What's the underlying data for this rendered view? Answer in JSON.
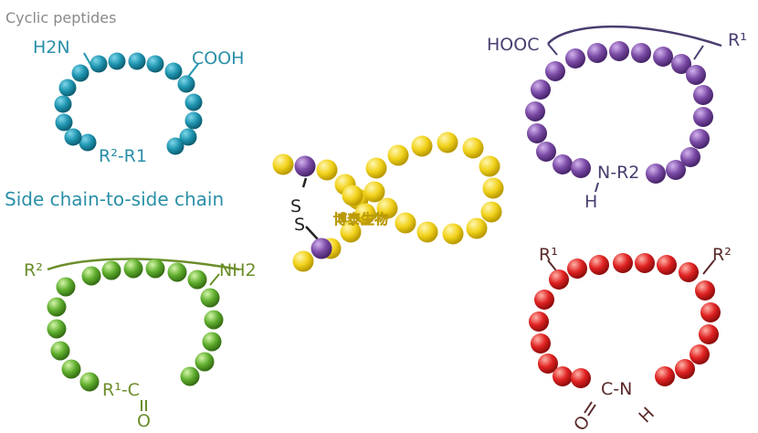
{
  "title": "Cyclic peptides",
  "colors": {
    "blue": "#1f95b0",
    "purple": "#7b4ba6",
    "green": "#5fae2e",
    "red": "#e02222",
    "yellow": "#f2d31c",
    "blue_text": "#2a8fa8",
    "purple_text": "#4a3d70",
    "green_text": "#6b8e2a",
    "red_text": "#5a2a2a",
    "title_text": "#8a8a8a"
  },
  "ring_blue": {
    "n_term": "H2N",
    "c_term": "COOH",
    "bottom": "R²-R1"
  },
  "ring_purple": {
    "left": "HOOC",
    "right": "R¹",
    "bottom": "N-R2",
    "h": "H"
  },
  "side_chain_title": "Side chain-to-side chain",
  "ring_green": {
    "left": "R²",
    "right": "NH2",
    "bottom": "R¹-C",
    "o": "O"
  },
  "ring_red": {
    "left": "R¹",
    "right": "R²",
    "bottom": "C-N",
    "o": "O",
    "h": "H"
  },
  "disulfide": {
    "s1": "S",
    "s2": "S"
  },
  "watermark": "博泰生物"
}
